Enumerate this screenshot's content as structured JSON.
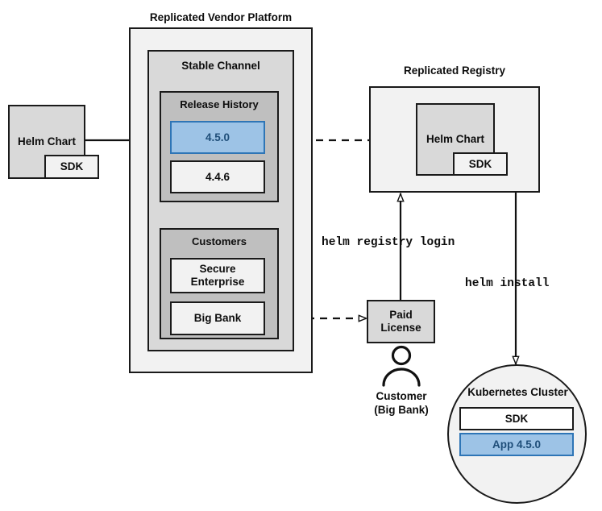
{
  "diagram": {
    "title_vendor_platform": "Replicated Vendor Platform",
    "title_registry": "Replicated Registry",
    "stable_channel": "Stable Channel",
    "release_history": "Release History",
    "release_versions": [
      {
        "label": "4.5.0",
        "highlight": true
      },
      {
        "label": "4.4.6",
        "highlight": false
      }
    ],
    "customers_title": "Customers",
    "customers": [
      {
        "label": "Secure Enterprise"
      },
      {
        "label": "Big Bank"
      }
    ],
    "source_chart": {
      "title": "Helm Chart",
      "sub": "SDK"
    },
    "registry_chart": {
      "title": "Helm Chart",
      "sub": "SDK"
    },
    "paid_license": "Paid\nLicense",
    "paid_license_line1": "Paid",
    "paid_license_line2": "License",
    "customer_caption_line1": "Customer",
    "customer_caption_line2": "(Big Bank)",
    "cluster_title": "Kubernetes Cluster",
    "cluster_items": [
      {
        "label": "SDK",
        "highlight": false
      },
      {
        "label": "App 4.5.0",
        "highlight": true
      }
    ],
    "commands": {
      "registry_login": "helm registry login",
      "install": "helm install"
    },
    "icons": {
      "customer": "person-icon"
    },
    "colors": {
      "highlight_fill": "#9dc3e6",
      "highlight_border": "#2e75b6",
      "highlight_text": "#1f4e79",
      "stroke": "#1a1a1a",
      "shell_fill": "#f2f2f2",
      "channel_fill": "#d9d9d9",
      "group_fill": "#bfbfbf",
      "chart_fill": "#d9d9d9"
    }
  }
}
